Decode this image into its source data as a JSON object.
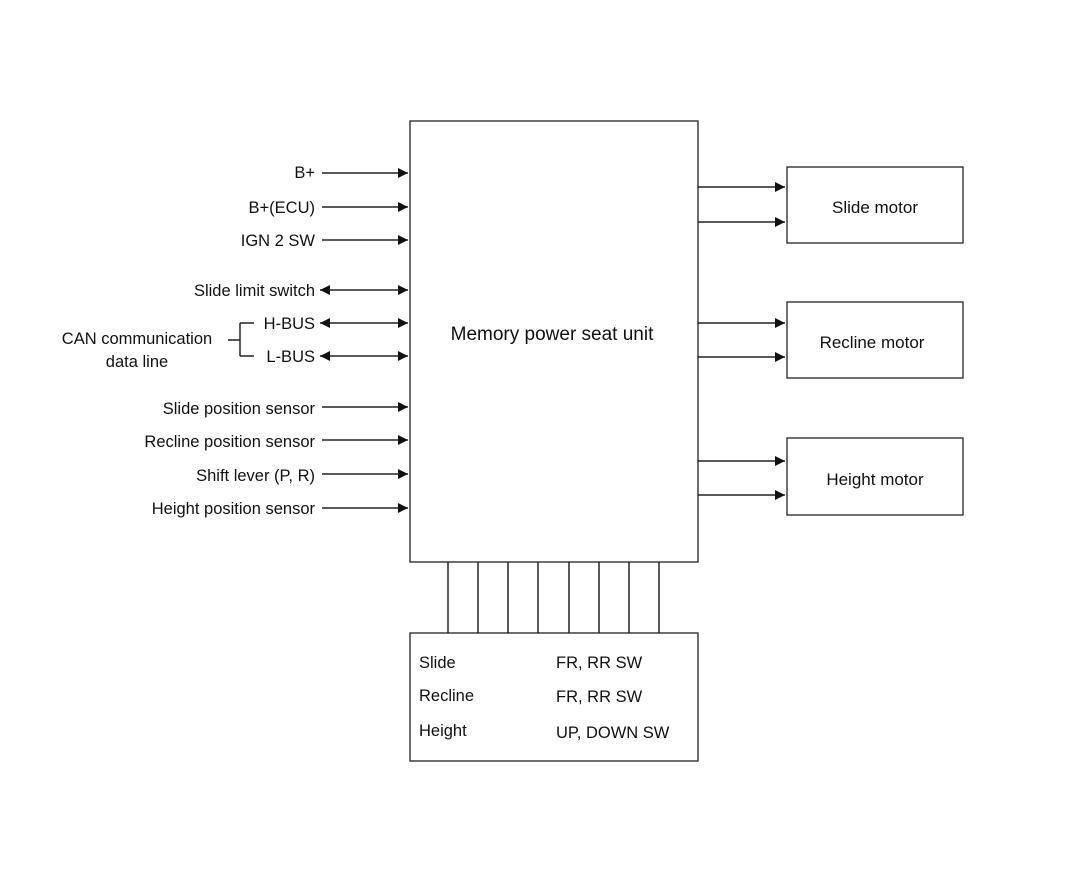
{
  "main_unit": {
    "label": "Memory power seat unit"
  },
  "inputs": [
    {
      "id": "b-plus",
      "label": "B+",
      "direction": "in"
    },
    {
      "id": "b-plus-ecu",
      "label": "B+(ECU)",
      "direction": "in"
    },
    {
      "id": "ign2-sw",
      "label": "IGN 2 SW",
      "direction": "in"
    },
    {
      "id": "slide-limit-switch",
      "label": "Slide limit switch",
      "direction": "both"
    },
    {
      "id": "h-bus",
      "label": "H-BUS",
      "direction": "both"
    },
    {
      "id": "l-bus",
      "label": "L-BUS",
      "direction": "both"
    },
    {
      "id": "slide-position-sensor",
      "label": "Slide position sensor",
      "direction": "in"
    },
    {
      "id": "recline-position-sensor",
      "label": "Recline position sensor",
      "direction": "in"
    },
    {
      "id": "shift-lever",
      "label": "Shift lever (P, R)",
      "direction": "in"
    },
    {
      "id": "height-position-sensor",
      "label": "Height position sensor",
      "direction": "in"
    }
  ],
  "can_group": {
    "line1": "CAN communication",
    "line2": "data line"
  },
  "motors": [
    {
      "id": "slide-motor",
      "label": "Slide motor"
    },
    {
      "id": "recline-motor",
      "label": "Recline motor"
    },
    {
      "id": "height-motor",
      "label": "Height motor"
    }
  ],
  "switch_panel": {
    "rows": [
      {
        "name": "Slide",
        "switches": "FR, RR SW"
      },
      {
        "name": "Recline",
        "switches": "FR, RR SW"
      },
      {
        "name": "Height",
        "switches": "UP, DOWN SW"
      }
    ],
    "connector_count": 8
  }
}
